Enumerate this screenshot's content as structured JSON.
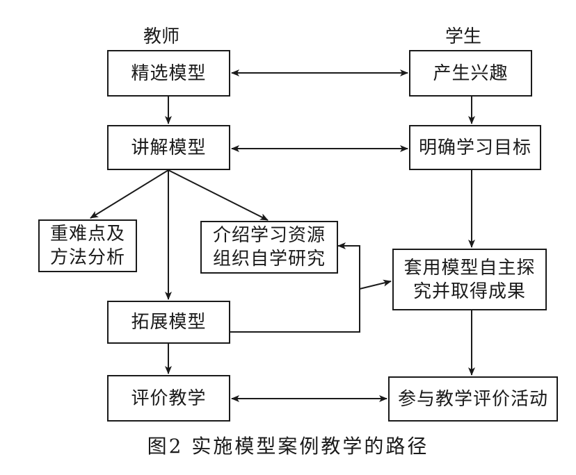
{
  "headers": {
    "teacher": "教师",
    "student": "学生"
  },
  "boxes": {
    "select_model": "精选模型",
    "explain_model": "讲解模型",
    "key_points": [
      "重难点及",
      "方法分析"
    ],
    "intro_resources": [
      "介绍学习资源",
      "组织自学研究"
    ],
    "extend_model": "拓展模型",
    "evaluate_teaching": "评价教学",
    "generate_interest": "产生兴趣",
    "clarify_goals": "明确学习目标",
    "apply_model": [
      "套用模型自主探",
      "究并取得成果"
    ],
    "participate_evaluation": "参与教学评价活动"
  },
  "caption": "图2  实施模型案例教学的路径"
}
